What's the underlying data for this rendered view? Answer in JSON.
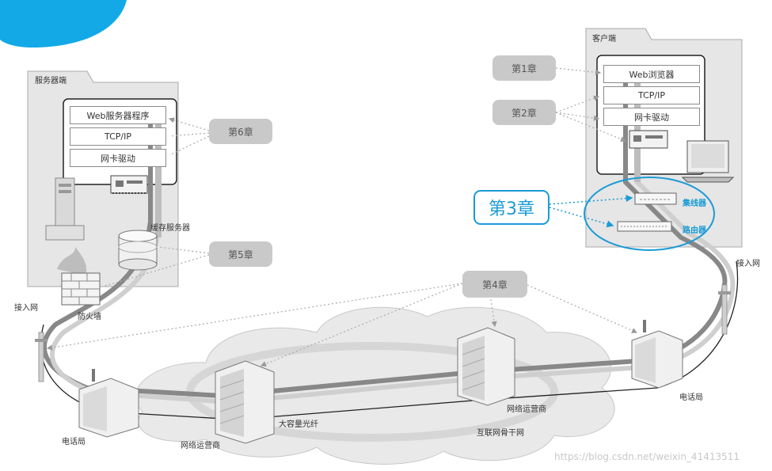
{
  "server": {
    "title": "服务器端",
    "layers": [
      "Web服务器程序",
      "TCP/IP",
      "网卡驱动"
    ],
    "cache_server": "缓存服务器",
    "firewall": "防火墙",
    "access_net": "接入网"
  },
  "client": {
    "title": "客户端",
    "layers": [
      "Web浏览器",
      "TCP/IP",
      "网卡驱动"
    ],
    "hub": "集线器",
    "router": "路由器",
    "access_net": "接入网"
  },
  "chapters": {
    "ch1": "第1章",
    "ch2": "第2章",
    "ch3": "第3章",
    "ch4": "第4章",
    "ch5": "第5章",
    "ch6": "第6章"
  },
  "network": {
    "phone_office_left": "电话局",
    "phone_office_right": "电话局",
    "isp_left": "网络运营商",
    "isp_right": "网络运营商",
    "fiber": "大容量光纤",
    "backbone": "互联网骨干网"
  },
  "watermark": "https://blog.csdn.net/weixin_41413511",
  "colors": {
    "accent_blue": "#1a9bd6",
    "chapter_gray": "#c9c9c9",
    "panel_gray": "#e6e6e6"
  }
}
